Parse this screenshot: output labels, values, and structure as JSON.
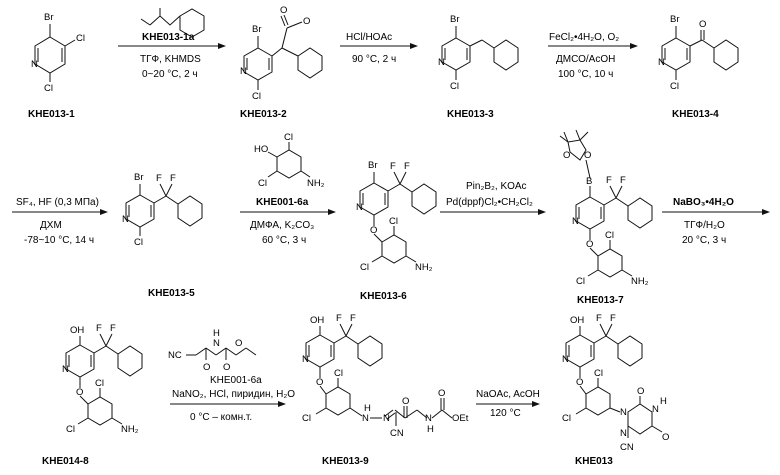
{
  "colors": {
    "ink": "#111111",
    "background": "#ffffff"
  },
  "compounds": [
    {
      "label": "KHE013-1"
    },
    {
      "label": "KHE013-2"
    },
    {
      "label": "KHE013-3"
    },
    {
      "label": "KHE013-4"
    },
    {
      "label": "KHE013-5"
    },
    {
      "label": "KHE013-6"
    },
    {
      "label": "KHE013-7"
    },
    {
      "label": "KHE014-8"
    },
    {
      "label": "KHE013-9"
    },
    {
      "label": "KHE013"
    }
  ],
  "steps": [
    {
      "reagent": "KHE013-1a",
      "conditions": [
        "ТГФ, KHMDS",
        "0~20 °C, 2 ч"
      ]
    },
    {
      "reagent": "HCl/HOAc",
      "conditions": [
        "90 °C, 2 ч"
      ]
    },
    {
      "reagent": "FeCl₂•4H₂O, O₂",
      "conditions": [
        "ДМСО/AcOH",
        "100 °C, 10 ч"
      ]
    },
    {
      "reagent": "SF₄, HF (0,3 МПа)",
      "conditions": [
        "ДХМ",
        "-78~10 °C, 14 ч"
      ]
    },
    {
      "reagent": "KHE001-6a",
      "conditions": [
        "ДМФА, K₂CO₃",
        "60 °C, 3 ч"
      ]
    },
    {
      "reagent": "Pin₂B₂, KOAc",
      "conditions": [
        "Pd(dppf)Cl₂•CH₂Cl₂"
      ]
    },
    {
      "reagent": "NaBO₃•4H₂O",
      "conditions": [
        "ТГФ/H₂O",
        "20 °C, 3 ч"
      ]
    },
    {
      "reagent": "KHE001-6a",
      "conditions": [
        "NaNO₂, HCl, пиридин, H₂O",
        "0 °C – комн.т."
      ]
    },
    {
      "reagent": "NaOAc, AcOH",
      "conditions": [
        "120 °C"
      ]
    }
  ],
  "atoms": {
    "Br": "Br",
    "Cl": "Cl",
    "N": "N",
    "F": "F",
    "B": "B",
    "O": "O",
    "HO": "HO",
    "OH": "OH",
    "NH2": "NH₂",
    "NC": "NC",
    "CN": "CN",
    "OEt": "OEt",
    "H": "H"
  }
}
